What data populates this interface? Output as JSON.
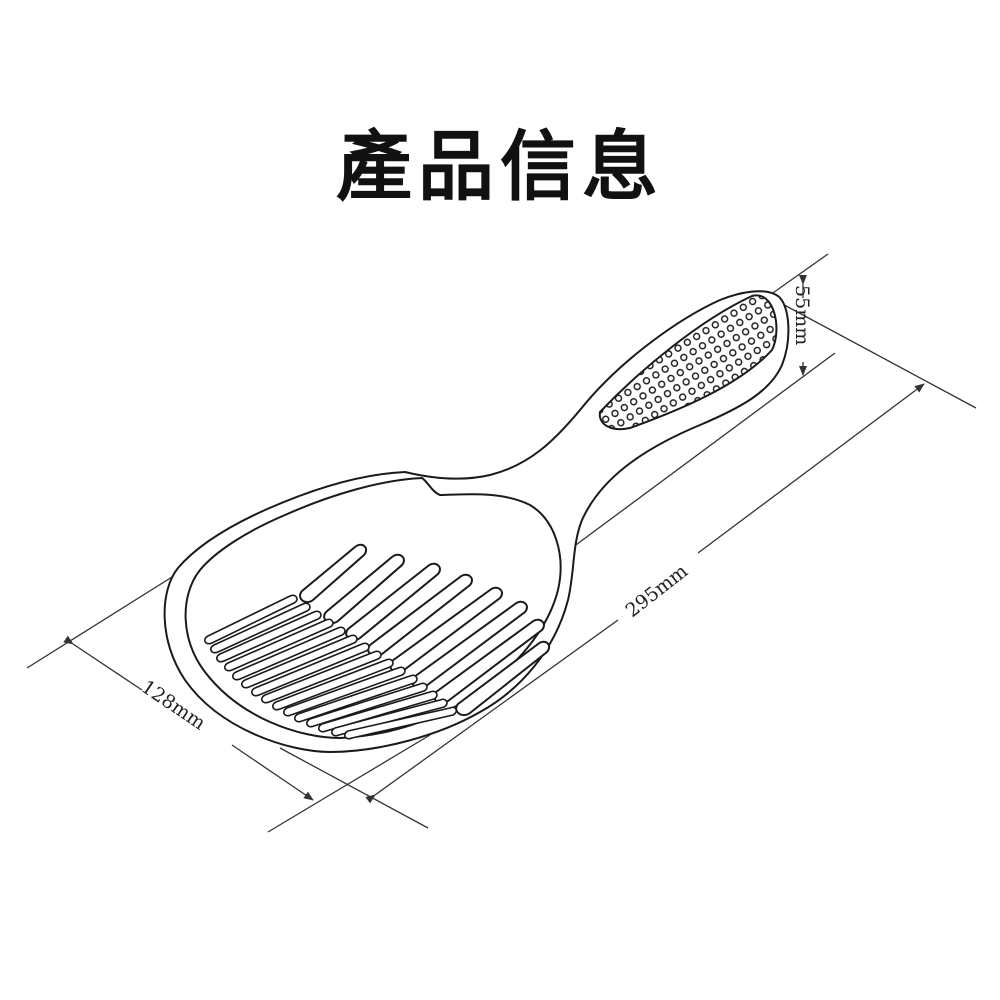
{
  "title": "產品信息",
  "product": {
    "name": "litter-scoop",
    "parts": [
      "handle-grip",
      "handle",
      "scoop-head",
      "wide-slots",
      "fine-slots"
    ]
  },
  "dimensions": {
    "length": {
      "value": 295,
      "unit": "mm",
      "label": "295mm"
    },
    "width": {
      "value": 128,
      "unit": "mm",
      "label": "128mm"
    },
    "height": {
      "value": 55,
      "unit": "mm",
      "label": "55mm"
    }
  },
  "colors": {
    "line": "#1a1a1a",
    "dimension_line": "#333333",
    "background": "#ffffff",
    "title": "#111111"
  }
}
